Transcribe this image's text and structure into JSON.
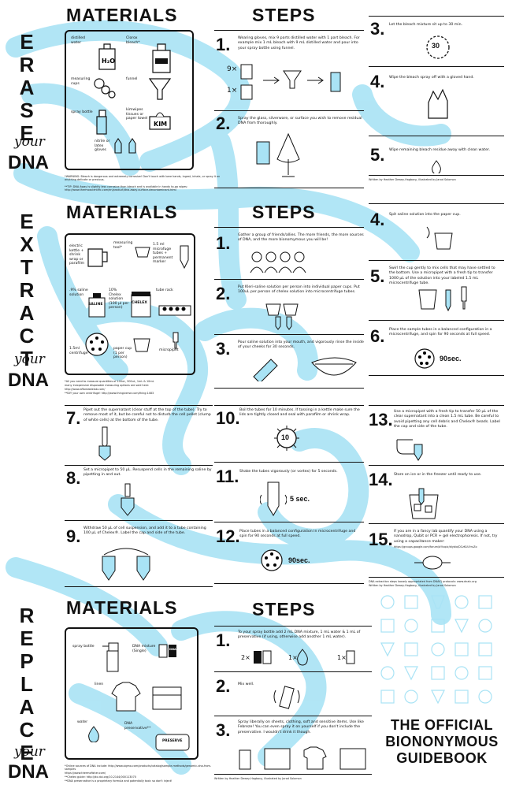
{
  "erase": {
    "word": [
      "E",
      "R",
      "A",
      "S",
      "E"
    ],
    "your": "your",
    "dna": "DNA",
    "materials_title": "MATERIALS",
    "steps_title": "STEPS",
    "materials": [
      "distilled water",
      "Clorox bleach*",
      "measuring cups",
      "funnel",
      "spray bottle",
      "kimwipes tissues or paper towel",
      "nitrile or latex gloves"
    ],
    "footnotes": [
      "*WARNING: Bleach is dangerous and extremely corrosive! Don't touch with bare hands, ingest, inhale, or spray it on anything delicate or precious.",
      "**TIP: DNA Away is slightly less corrosive than bleach and is available in handy to-go wipes: http://www.thermoscientific.com/en/product/dna-away-surface-decontaminant.html"
    ],
    "steps": [
      {
        "n": "1.",
        "text": "Wearing gloves, mix 9 parts distilled water with 1 part bleach. For example mix 1 mL bleach with 9 mL distilled water and pour into your spray bottle using funnel."
      },
      {
        "n": "2.",
        "text": "Spray the glass, silverware, or surface you wish to remove residual DNA from thoroughly."
      },
      {
        "n": "3.",
        "text": "Let the bleach mixture sit up to 30 min."
      },
      {
        "n": "4.",
        "text": "Wipe the bleach spray off with a gloved hand."
      },
      {
        "n": "5.",
        "text": "Wipe remaining bleach residue away with clean water."
      }
    ],
    "step1_labels": [
      "9×",
      "1×"
    ],
    "timer": "30",
    "credit": "Written by Heather Dewey-Hagborg, illustrated by Jarod Solomon"
  },
  "extract": {
    "word": [
      "E",
      "X",
      "T",
      "R",
      "A",
      "C",
      "T"
    ],
    "your": "your",
    "dna": "DNA",
    "materials_title": "MATERIALS",
    "steps_title": "STEPS",
    "materials": [
      "electric kettle + shrink wrap or parafilm",
      "measuring tool*",
      "1.5 ml microfuge tubes + permanent marker",
      ".9% saline solution",
      "10% Chelex solution (100 µl per person)",
      "tube rack",
      "1.5ml centrifuge**",
      "paper cup (1 per person)",
      "micropipet"
    ],
    "saline_label": "SALINE",
    "chelex_label": "CHELEX",
    "footnotes": [
      "*All you need to measure quantities of 100uL, 900uL, 1mL & 10mL",
      "many inexpensive disposable measuring options are sold here:",
      "http://www.affordablelab.com/",
      "**DIY your own centrifuge! http://www.thingiverse.com/thing:1483"
    ],
    "steps": [
      {
        "n": "1.",
        "text": "Gather a group of friends/allies. The more friends, the more sources of DNA, and the more bionomymous you will be!"
      },
      {
        "n": "2.",
        "text": "Put Kleri-saline solution per person into individual paper cups. Put 100uL per person of chelex solution into microcentrifuge tubes."
      },
      {
        "n": "3.",
        "text": "Pour saline solution into your mouth, and vigorously rinse the inside of your cheeks for 30 seconds."
      },
      {
        "n": "4.",
        "text": "Spit saline solution into the paper cup."
      },
      {
        "n": "5.",
        "text": "Swirl the cup gently to mix cells that may have settled to the bottom. Use a micropipet with a fresh tip to transfer 1000 µL of the solution into your labeled 1.5 mL microcentrifuge tube."
      },
      {
        "n": "6.",
        "text": "Place the sample tubes in a balanced configuration in a microcentrifuge, and spin for 90 seconds at full speed."
      },
      {
        "n": "7.",
        "text": "Pipet out the supernatant (clear stuff at the top of the tube). Try to remove most of it, but be careful not to disturb the cell pellet (clump of white cells) at the bottom of the tube."
      },
      {
        "n": "8.",
        "text": "Set a micropipet to 50 µL. Resuspend cells in the remaining saline by pipetting in and out."
      },
      {
        "n": "9.",
        "text": "Withdraw 50 µL of cell suspension, and add it to a tube containing 100 µL of Chelex®. Label the cap and side of the tube."
      },
      {
        "n": "10.",
        "text": "Boil the tubes for 10 minutes. If tossing in a kettle make sure the lids are tightly closed and seal with parafilm or shrink wrap."
      },
      {
        "n": "11.",
        "text": "Shake the tubes vigorously (or vortex) for 5 seconds."
      },
      {
        "n": "12.",
        "text": "Place tubes in a balanced configuration in microcentrifuge and spin for 90 seconds at full speed."
      },
      {
        "n": "13.",
        "text": "Use a micropipet with a fresh tip to transfer 50 µL of the clear supernatant into a clean 1.5 mL tube. Be careful to avoid pipetting any cell debris and Chelex® beads. Label the cap and side of the tube."
      },
      {
        "n": "14.",
        "text": "Store on ice or in the freezer until ready to use."
      },
      {
        "n": "15.",
        "text": "If you are in a fancy lab quantify your DNA using a nanodrop, Qubit or PCR + gel electrophoresis. If not, try using a capacitance maker:"
      }
    ],
    "step15_link": "https://groups.google.com/forum/#!topic/diybio/DCzKUL9ruZo",
    "timers": {
      "s6": "90sec.",
      "s10": "10",
      "s11": "5 sec.",
      "s12": "90sec."
    },
    "credit": [
      "DNA extraction steps loosely appropriated from DNAIQ protocols: www.dnalc.org",
      "Written by Heather Dewey-Hagborg, illustrated by Jarod Solomon"
    ]
  },
  "replace": {
    "word": [
      "R",
      "E",
      "P",
      "L",
      "A",
      "C",
      "E"
    ],
    "your": "your",
    "dna": "DNA",
    "materials_title": "MATERIALS",
    "steps_title": "STEPS",
    "materials": [
      "spray bottle",
      "DNA mixture (Single)",
      "linen",
      "water",
      "DNA preservative**"
    ],
    "dna_label": "DNA",
    "preserve_label": "PRESERVE",
    "footnotes": [
      "*Online sources of DNA include: http://www.sigma.com/products/catalog/sample-methods/genomic-dna-from-samples",
      "https://www.thermofisher.com/",
      "**Chelex guide: http://dx.doi.org/10.2144/000113070",
      "**DNA preservative is a proprietary formula and potentially toxic so don't inject!"
    ],
    "steps": [
      {
        "n": "1.",
        "text": "To your spray bottle add 2 mL DNA mixture, 1 mL water & 1 mL of preservative (if using, otherwise add another 1 mL water)."
      },
      {
        "n": "2.",
        "text": "Mix well."
      },
      {
        "n": "3.",
        "text": "Spray liberally on sheets, clothing, soft and sensitive items. Use like Febreze! You can even spray it on yourself if you don't include the preservative. I wouldn't drink it though."
      }
    ],
    "step1_labels": [
      "2×",
      "1×",
      "1×"
    ],
    "credit": "Written by Heather Dewey-Hagborg, illustrated by Jarod Solomon"
  },
  "guidebook": [
    "THE OFFICIAL",
    "BIONONYMOUS",
    "GUIDEBOOK"
  ],
  "colors": {
    "accent": "#a9e3f5",
    "ink": "#111111"
  }
}
